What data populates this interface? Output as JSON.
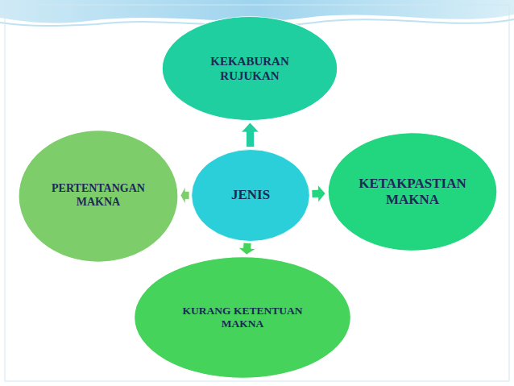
{
  "diagram": {
    "nodes": [
      {
        "text": [
          "KEKABURAN RUJUKAN"
        ]
      },
      {
        "text": [
          "PERTENTANGAN MAKNA"
        ]
      },
      {
        "text": [
          "JENIS"
        ]
      },
      {
        "text": [
          "KETAKPASTIAN MAKNA"
        ]
      },
      {
        "text": [
          "KURANG KETENTUAN MAKNA"
        ]
      }
    ],
    "edges": [
      {
        "from": 2,
        "to": 0,
        "arrow": "to"
      },
      {
        "from": 2,
        "to": 3,
        "arrow": "to"
      },
      {
        "from": 2,
        "to": 4,
        "arrow": "to"
      },
      {
        "from": 2,
        "to": 1,
        "arrow": "to"
      }
    ]
  }
}
